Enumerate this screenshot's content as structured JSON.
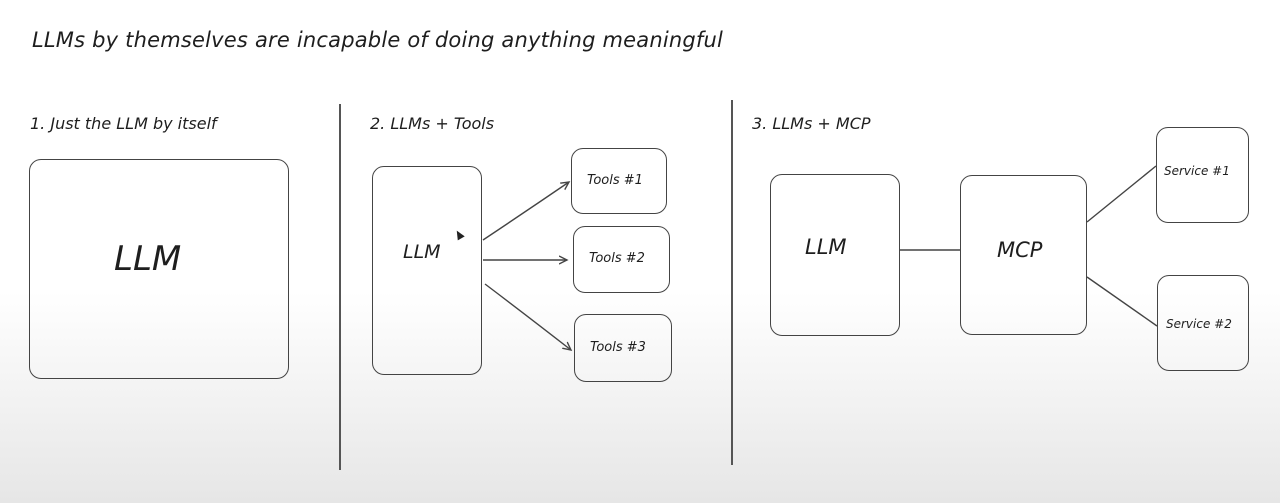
{
  "title": "LLMs by themselves are incapable of doing anything meaningful",
  "sections": [
    {
      "heading": "1. Just the LLM by itself",
      "llm_label": "LLM"
    },
    {
      "heading": "2. LLMs + Tools",
      "llm_label": "LLM",
      "tools": [
        "Tools #1",
        "Tools #2",
        "Tools #3"
      ]
    },
    {
      "heading": "3. LLMs + MCP",
      "llm_label": "LLM",
      "mcp_label": "MCP",
      "services": [
        "Service #1",
        "Service #2"
      ]
    }
  ],
  "colors": {
    "stroke": "#444444",
    "text": "#1e1e1e"
  }
}
